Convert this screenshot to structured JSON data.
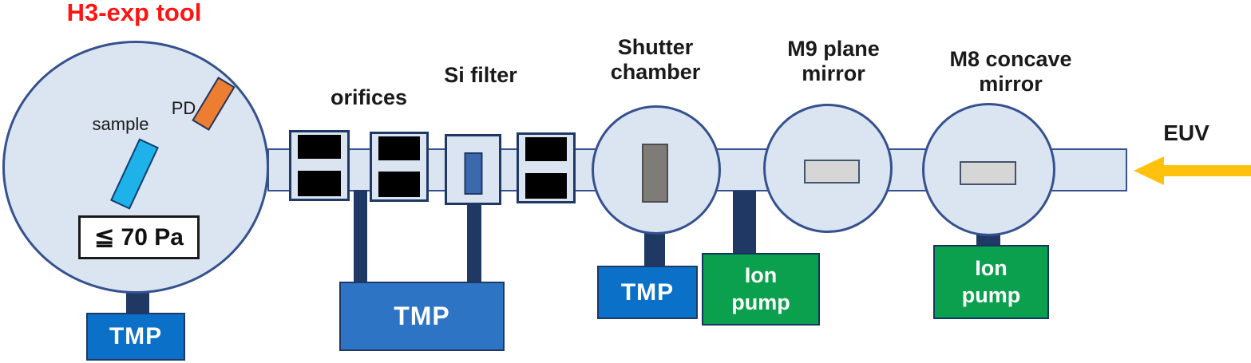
{
  "title": "H3-exp tool",
  "main_chamber": {
    "sample": "sample",
    "pd": "PD",
    "pressure": "≦ 70 Pa"
  },
  "components": {
    "orifices": "orifices",
    "si_filter": "Si filter",
    "shutter_chamber": "Shutter\nchamber",
    "m9": "M9 plane\nmirror",
    "m8": "M8 concave\nmirror"
  },
  "pumps": {
    "tmp": "TMP",
    "ion_pump": "Ion\npump"
  },
  "beam": {
    "euv": "EUV"
  },
  "colors": {
    "title_red": "#ff1414",
    "chamber_fill": "#dbe4f1",
    "chamber_border": "#35518e",
    "navy": "#1f3864",
    "tmp_blue": "#0b70c8",
    "tmp_blue_mid": "#2e74c4",
    "ion_green": "#0ba04d",
    "sample_cyan": "#1fb2ea",
    "pd_orange": "#ed7d31",
    "shutter_gray": "#7f7b77",
    "mirror_gray": "#d6d6d6",
    "euv_yellow": "#fec20e"
  }
}
